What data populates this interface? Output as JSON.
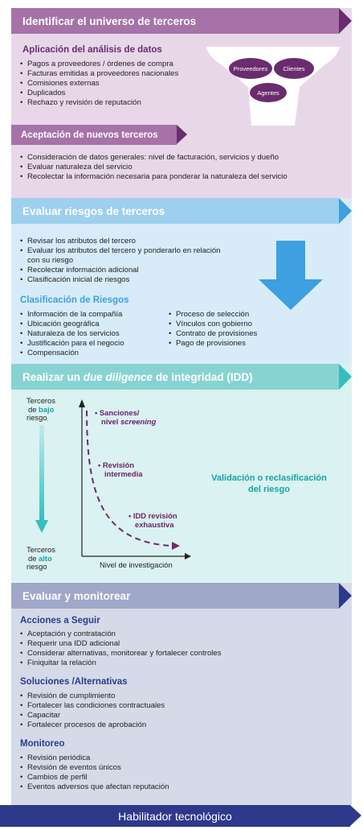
{
  "colors": {
    "purple": "#6b2c6f",
    "purple_bg": "#e8d7e9",
    "purple_hdr": "#a672a8",
    "blue": "#3da0e0",
    "blue_bg": "#d7ecf8",
    "blue_hdr": "#9dcfee",
    "teal": "#37bdbd",
    "teal_bg": "#daf2f1",
    "teal_hdr": "#88d3d2",
    "navy": "#2d3a8c",
    "navy_bg": "#d5dae8",
    "navy_hdr": "#9fa8c8"
  },
  "s1": {
    "title": "Identificar el universo de terceros",
    "sub1": "Aplicación del análisis de datos",
    "items1": [
      "Pagos a proveedores / órdenes de compra",
      "Facturas emitidas a proveedores nacionales",
      "Comisiones externas",
      "Duplicados",
      "Rechazo y revisión de reputación"
    ],
    "funnel": [
      "Proveedores",
      "Clientes",
      "Agentes"
    ],
    "sub2": "Aceptación de nuevos terceros",
    "items2": [
      "Consideración de datos generales: nivel de facturación, servicios y dueño",
      "Evaluar naturaleza del servicio",
      "Recolectar la información necesaria para ponderar la naturaleza del servicio"
    ]
  },
  "s2": {
    "title": "Evaluar riesgos de terceros",
    "items1": [
      "Revisar los atributos del tercero",
      "Evaluar los atributos del tercero y ponderarlo en relación",
      "Recolectar información adicional",
      "Clasificación inicial de riesgos"
    ],
    "items1_cont": "con su riesgo",
    "sub": "Clasificación de Riesgos",
    "colA": [
      "Información de la compañía",
      "Ubicación geográfica",
      "Naturaleza de los servicios",
      "Justificación para el negocio",
      "Compensación"
    ],
    "colB": [
      "Proceso de selección",
      "Vínculos con gobierno",
      "Contrato de provisiones",
      "Pago de provisiones"
    ]
  },
  "s3": {
    "title_a": "Realizar un ",
    "title_b": "due diligence",
    "title_c": " de integridad (IDD)",
    "low_a": "Terceros",
    "low_b": "de ",
    "low_c": "bajo",
    "low_d": "riesgo",
    "high_a": "Terceros",
    "high_b": "de ",
    "high_c": "alto",
    "high_d": "riesgo",
    "p1_a": "Sanciones/",
    "p1_b": "nivel ",
    "p1_c": "screening",
    "p2_a": "Revisión",
    "p2_b": "intermedia",
    "p3_a": "IDD revisión",
    "p3_b": "exhaustiva",
    "xlabel": "Nivel de investigación",
    "validation_a": "Validación o reclasificación",
    "validation_b": "del riesgo"
  },
  "s4": {
    "title": "Evaluar y monitorear",
    "sub1": "Acciones a Seguir",
    "items1": [
      "Aceptación y contratación",
      "Requerir una IDD adicional",
      "Considerar alternativas, monitorear y fortalecer controles",
      "Finiquitar la relación"
    ],
    "sub2": "Soluciones /Alternativas",
    "items2": [
      "Revisión de cumplimiento",
      "Fortalecer las condiciones contractuales",
      "Capacitar",
      "Fortalecer procesos de aprobación"
    ],
    "sub3": "Monitoreo",
    "items3": [
      "Revisión periódica",
      "Revisión de eventos únicos",
      "Cambios de perfil",
      "Eventos adversos que afectan reputación"
    ]
  },
  "footer": "Habilitador tecnológico"
}
